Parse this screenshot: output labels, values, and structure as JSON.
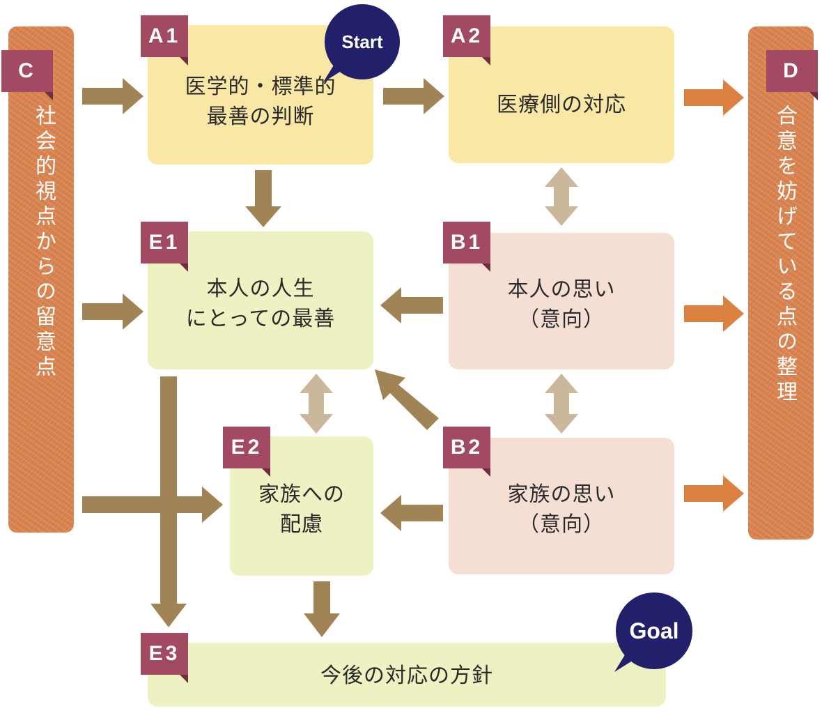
{
  "boxes": {
    "a1": {
      "tag": "A1",
      "text": "医学的・標準的\n最善の判断"
    },
    "a2": {
      "tag": "A2",
      "text": "医療側の対応"
    },
    "e1": {
      "tag": "E1",
      "text": "本人の人生\nにとっての最善"
    },
    "b1": {
      "tag": "B1",
      "text": "本人の思い\n（意向）"
    },
    "e2": {
      "tag": "E2",
      "text": "家族への\n配慮"
    },
    "b2": {
      "tag": "B2",
      "text": "家族の思い\n（意向）"
    },
    "e3": {
      "tag": "E3",
      "text": "今後の対応の方針"
    }
  },
  "side_c": {
    "tag": "C",
    "text": "社会的視点からの留意点"
  },
  "side_d": {
    "tag": "D",
    "text": "合意を妨げている点の整理"
  },
  "badges": {
    "start": "Start",
    "goal": "Goal"
  },
  "colors": {
    "arrow_main": "#a08456",
    "arrow_light": "#cbb79c",
    "arrow_orange": "#db8240",
    "tag": "#a14a62",
    "badge": "#22206a",
    "box_yellow": "#f8e7a5",
    "box_green": "#eef1c1",
    "box_pink": "#f5dfd4",
    "side": "#d9834f"
  }
}
